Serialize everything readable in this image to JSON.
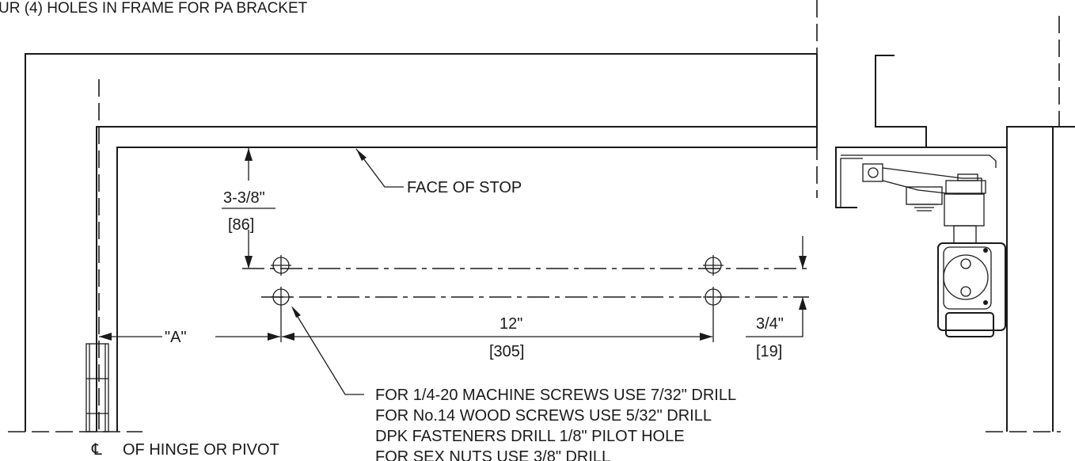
{
  "header_note": "UR (4) HOLES IN FRAME FOR PA BRACKET",
  "labels": {
    "face_of_stop": "FACE OF STOP",
    "dim_vertical_top": "3-3/8\"",
    "dim_vertical_top_metric": "[86]",
    "dim_a": "\"A\"",
    "dim_spacing": "12\"",
    "dim_spacing_metric": "[305]",
    "dim_offset": "3/4\"",
    "dim_offset_metric": "[19]",
    "centerline_symbol": "℄",
    "centerline_label": "OF HINGE OR PIVOT"
  },
  "notes": [
    "FOR 1/4-20 MACHINE SCREWS USE 7/32\" DRILL",
    "FOR No.14 WOOD SCREWS USE 5/32\" DRILL",
    "DPK FASTENERS DRILL 1/8\" PILOT HOLE",
    "FOR SEX NUTS USE 3/8\" DRILL"
  ]
}
